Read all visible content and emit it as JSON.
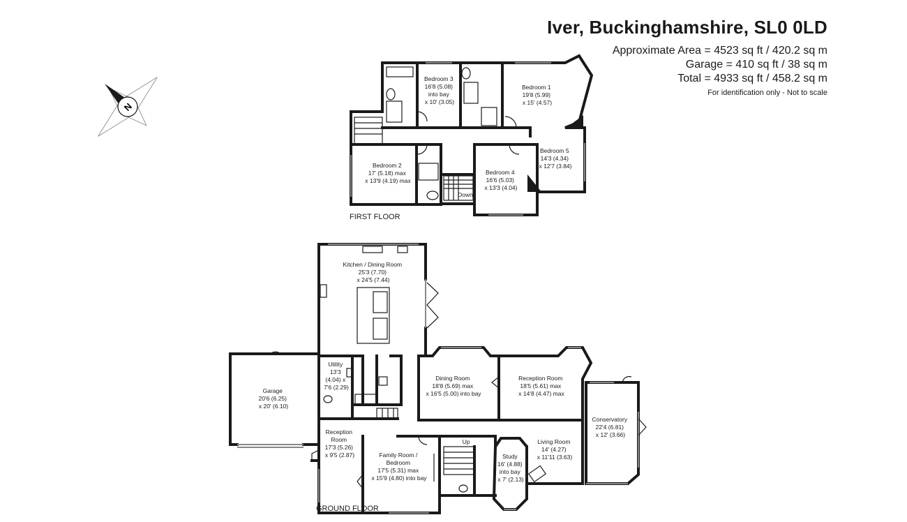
{
  "header": {
    "title": "Iver, Buckinghamshire, SL0 0LD",
    "approx_area": "Approximate Area = 4523 sq ft / 420.2 sq m",
    "garage_area": "Garage = 410 sq ft / 38 sq m",
    "total_area": "Total = 4933 sq ft / 458.2 sq m",
    "note": "For identification only - Not to scale"
  },
  "compass": {
    "icon": "north-compass-icon",
    "letter": "N"
  },
  "first_floor": {
    "label": "FIRST FLOOR",
    "stairs_label": "Down",
    "rooms": {
      "bedroom1": [
        "Bedroom 1",
        "19'8 (5.99)",
        "x 15' (4.57)"
      ],
      "bedroom2": [
        "Bedroom 2",
        "17' (5.18) max",
        "x 13'9 (4.19) max"
      ],
      "bedroom3": [
        "Bedroom 3",
        "16'8 (5.08)",
        "into bay",
        "x 10' (3.05)"
      ],
      "bedroom4": [
        "Bedroom 4",
        "16'6 (5.03)",
        "x 13'3 (4.04)"
      ],
      "bedroom5": [
        "Bedroom 5",
        "14'3 (4.34)",
        "x 12'7 (3.84)"
      ]
    }
  },
  "ground_floor": {
    "label": "GROUND FLOOR",
    "stairs_label": "Up",
    "rooms": {
      "kitchen": [
        "Kitchen / Dining Room",
        "25'3 (7.70)",
        "x 24'5 (7.44)"
      ],
      "garage": [
        "Garage",
        "20'6 (6.25)",
        "x 20' (6.10)"
      ],
      "utility": [
        "Utility",
        "13'3",
        "(4.04) x",
        "7'6 (2.29)"
      ],
      "dining": [
        "Dining Room",
        "18'8 (5.69) max",
        "x 16'5 (5.00) into bay"
      ],
      "reception1": [
        "Reception Room",
        "18'5 (5.61) max",
        "x 14'8 (4.47) max"
      ],
      "conservatory": [
        "Conservatory",
        "22'4 (6.81)",
        "x 12' (3.66)"
      ],
      "reception2": [
        "Reception",
        "Room",
        "17'3 (5.26)",
        "x 9'5 (2.87)"
      ],
      "family": [
        "Family Room /",
        "Bedroom",
        "17'5 (5.31) max",
        "x 15'9 (4.80) into bay"
      ],
      "study": [
        "Study",
        "16' (4.88)",
        "into bay",
        "x 7' (2.13)"
      ],
      "living": [
        "Living Room",
        "14' (4.27)",
        "x 11'11 (3.63)"
      ]
    }
  }
}
